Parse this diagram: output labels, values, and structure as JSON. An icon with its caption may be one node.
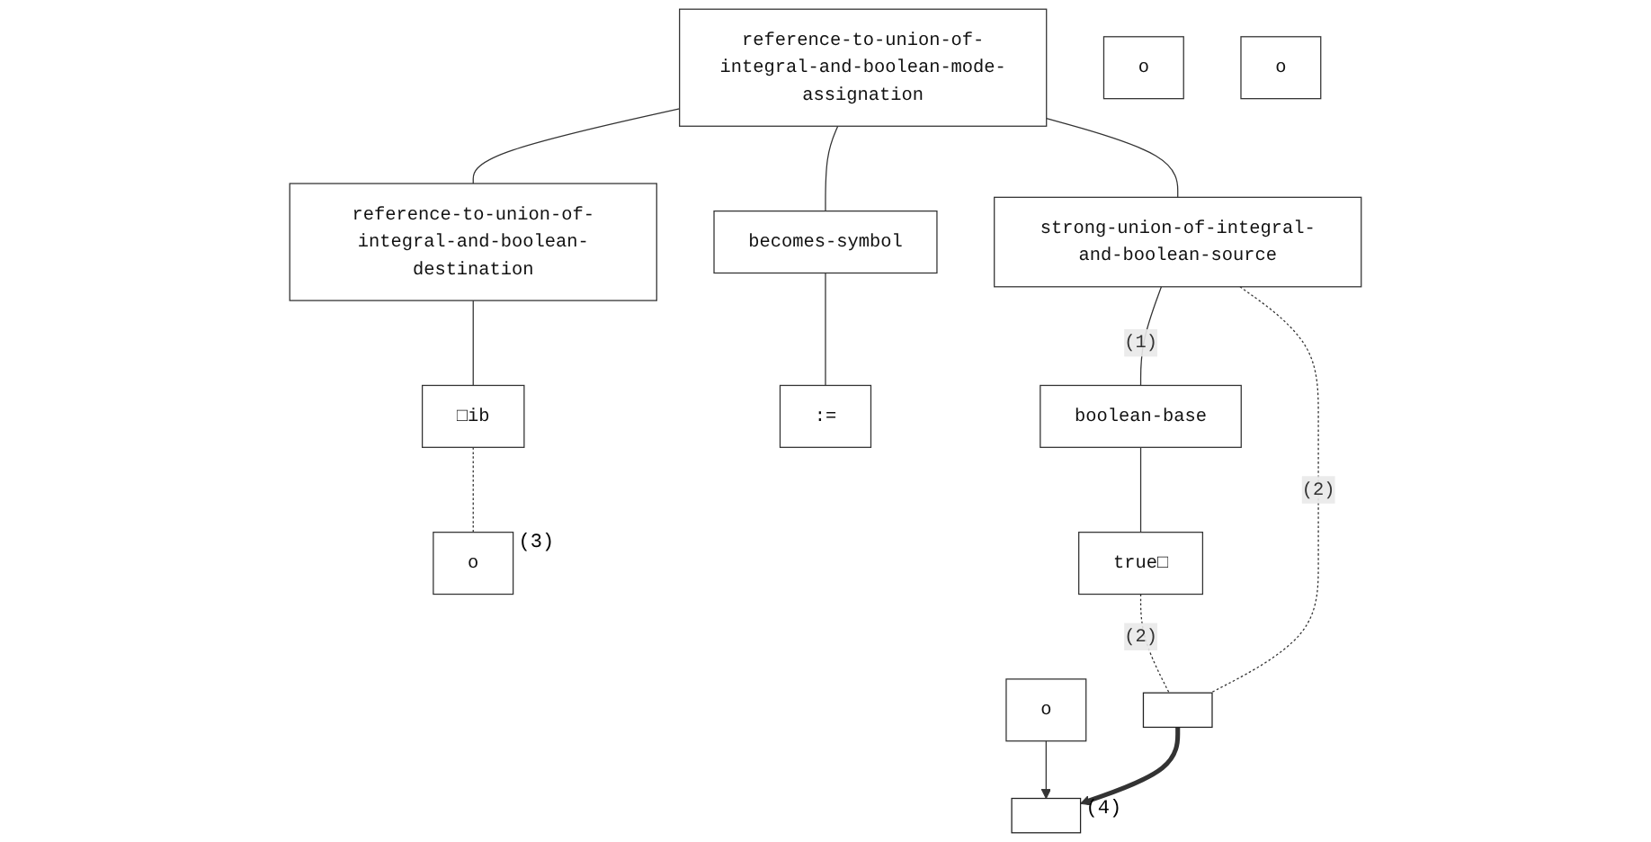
{
  "diagram": {
    "nodes": [
      {
        "text": [
          "reference-to-union-of-integral-and-boolean-mode-assignation"
        ]
      },
      {
        "text": [
          "reference-to-union-of-integral-and-boolean-destination"
        ]
      },
      {
        "text": [
          "becomes-symbol"
        ]
      },
      {
        "text": [
          "strong-union-of-integral-and-boolean-source"
        ]
      },
      {
        "text": [
          "boolean-base"
        ]
      },
      {
        "text": [
          "□ib"
        ]
      },
      {
        "text": [
          ":="
        ]
      },
      {
        "text": [
          "true□"
        ]
      },
      {
        "text": [
          "o"
        ],
        "beside": [
          "(3)"
        ]
      },
      {
        "text": [
          "o"
        ]
      },
      {
        "text": [
          "o"
        ]
      },
      {
        "text": [
          "o"
        ]
      },
      {
        "text": [],
        "shape": "box",
        "beside": [
          "(4)"
        ]
      },
      {
        "text": [],
        "shape": "box"
      }
    ],
    "edges": [
      {
        "from": 0,
        "to": 1,
        "arrow": "none"
      },
      {
        "from": 0,
        "to": 2,
        "arrow": "none"
      },
      {
        "from": 0,
        "to": 3,
        "arrow": "none"
      },
      {
        "from": 1,
        "to": 5,
        "arrow": "none"
      },
      {
        "from": 2,
        "to": 6,
        "arrow": "none"
      },
      {
        "from": 3,
        "to": 4,
        "label": "(1)",
        "arrow": "none"
      },
      {
        "from": 4,
        "to": 7,
        "arrow": "none"
      },
      {
        "from": 5,
        "to": 8,
        "arrow": "none",
        "style": "dashed"
      },
      {
        "from": 10,
        "to": 12,
        "arrow": "to"
      },
      {
        "from": 13,
        "to": 12,
        "arrow": "to",
        "style": "thick"
      },
      {
        "from": 3,
        "to": 13,
        "label": "(2)",
        "arrow": "none",
        "style": "dashed"
      },
      {
        "from": 7,
        "to": 13,
        "label": "(2)",
        "arrow": "none",
        "style": "dashed"
      }
    ]
  }
}
